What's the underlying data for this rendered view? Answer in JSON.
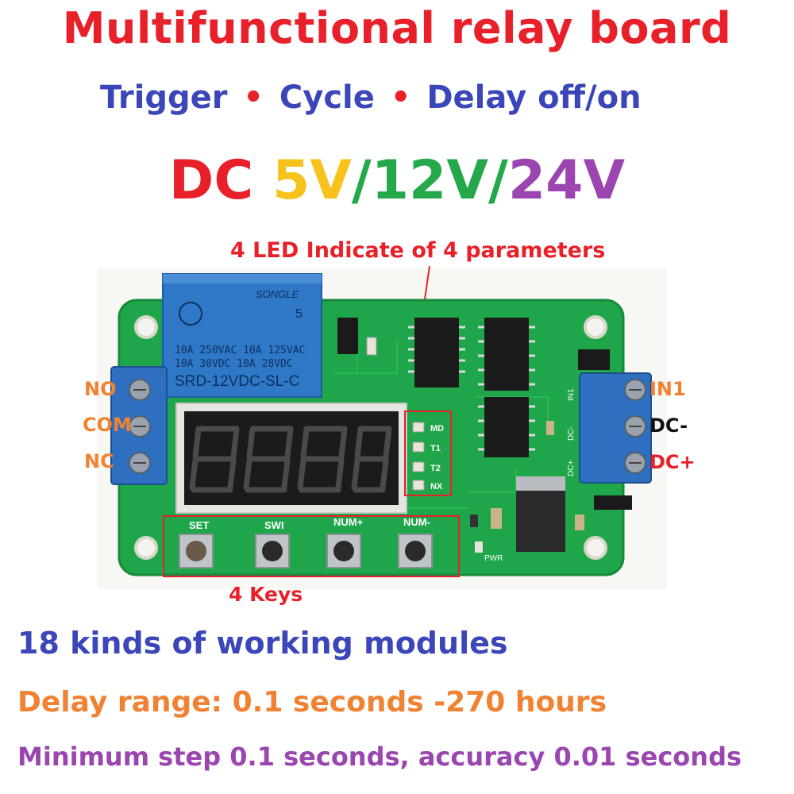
{
  "header": {
    "title": "Multifunctional relay board",
    "modes": [
      "Trigger",
      "Cycle",
      "Delay off/on"
    ],
    "separator": "•",
    "voltage": {
      "prefix": "DC",
      "v5": "5V",
      "slash": "/",
      "v12": "12V",
      "v24": "24V"
    }
  },
  "callouts": {
    "led": "4 LED Indicate of 4 parameters",
    "keys": "4 Keys"
  },
  "board": {
    "relay": {
      "brand": "SONGLE",
      "line1": "10A 250VAC  10A 125VAC",
      "line2": "10A  30VDC  10A  28VDC",
      "model": "SRD-12VDC-SL-C",
      "num": "5"
    },
    "leds": [
      "MD",
      "T1",
      "T2",
      "NX"
    ],
    "key_labels": [
      "SET",
      "SWI",
      "NUM+",
      "NUM-"
    ],
    "pwr_label": "PWR",
    "input_silk": [
      "IN1",
      "DC-",
      "DC+"
    ]
  },
  "terminals": {
    "left": [
      "NO",
      "COM",
      "NC"
    ],
    "right": [
      "IN1",
      "DC-",
      "DC+"
    ]
  },
  "specs": {
    "modules": "18 kinds of working modules",
    "delay": "Delay range: 0.1 seconds -270 hours",
    "step": "Minimum step 0.1 seconds, accuracy 0.01 seconds"
  },
  "colors": {
    "title": "#e8202a",
    "modes": "#3b46b8",
    "dc": "#e8202a",
    "v5": "#f7c21c",
    "v12": "#25a84a",
    "v24": "#9a45b0",
    "callout": "#e8202a",
    "spec_modules": "#3b46b8",
    "spec_delay": "#f08232",
    "spec_step": "#9a45b0",
    "pcb": "#1fa64a",
    "relay": "#2f78c8",
    "terminal": "#2f6fc0"
  }
}
